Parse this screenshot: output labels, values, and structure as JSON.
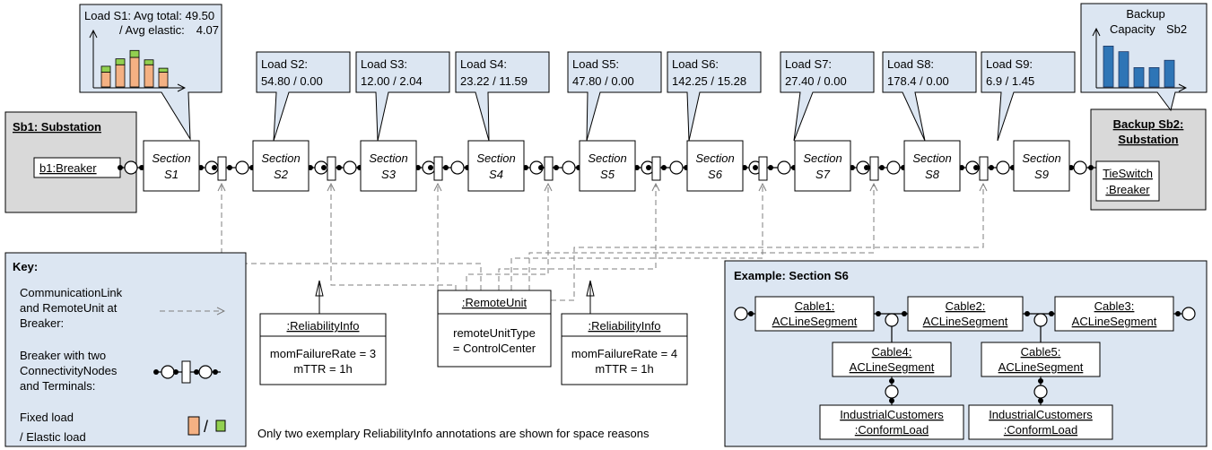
{
  "substation1": {
    "title": "Sb1: Substation",
    "breaker": "b1:Breaker"
  },
  "substation2": {
    "title_line1": "Backup Sb2:",
    "title_line2": "Substation",
    "switch_line1": "TieSwitch",
    "switch_line2": ":Breaker"
  },
  "sections": [
    {
      "line1": "Section",
      "line2": "S1"
    },
    {
      "line1": "Section",
      "line2": "S2"
    },
    {
      "line1": "Section",
      "line2": "S3"
    },
    {
      "line1": "Section",
      "line2": "S4"
    },
    {
      "line1": "Section",
      "line2": "S5"
    },
    {
      "line1": "Section",
      "line2": "S6"
    },
    {
      "line1": "Section",
      "line2": "S7"
    },
    {
      "line1": "Section",
      "line2": "S8"
    },
    {
      "line1": "Section",
      "line2": "S9"
    }
  ],
  "load_s1": {
    "line1": "Load S1: Avg total: 49.50",
    "line2": "/ Avg elastic:",
    "line2_value": "4.07"
  },
  "loads": [
    {
      "label": "Load S2:",
      "value": "54.80 / 0.00"
    },
    {
      "label": "Load S3:",
      "value": "12.00 / 2.04"
    },
    {
      "label": "Load S4:",
      "value": "23.22 / 11.59"
    },
    {
      "label": "Load S5:",
      "value": "47.80 / 0.00"
    },
    {
      "label": "Load S6:",
      "value": "142.25 / 15.28"
    },
    {
      "label": "Load S7:",
      "value": "27.40 / 0.00"
    },
    {
      "label": "Load S8:",
      "value": "178.4 / 0.00"
    },
    {
      "label": "Load S9:",
      "value": "6.9 / 1.45"
    }
  ],
  "backup": {
    "line1": "Backup",
    "line2": "Capacity",
    "line2b": "Sb2"
  },
  "s1_chart_bars": [
    {
      "fixed": 0.3,
      "elastic": 0.12
    },
    {
      "fixed": 0.45,
      "elastic": 0.12
    },
    {
      "fixed": 0.6,
      "elastic": 0.14
    },
    {
      "fixed": 0.45,
      "elastic": 0.1
    },
    {
      "fixed": 0.3,
      "elastic": 0.08
    }
  ],
  "backup_chart_bars": [
    0.95,
    0.82,
    0.45,
    0.45,
    0.62
  ],
  "colors": {
    "fixed": "#f4b183",
    "elastic": "#92d050",
    "backup": "#2e75b6",
    "callout": "#dce6f2",
    "substation": "#d9d9d9",
    "dashed": "#7f7f7f"
  },
  "key": {
    "title": "Key:",
    "item1": [
      "CommunicationLink",
      "and RemoteUnit at",
      "Breaker:"
    ],
    "item2": [
      "Breaker with two",
      "ConnectivityNodes",
      "and Terminals:"
    ],
    "item3": [
      "Fixed load",
      "/ Elastic load"
    ],
    "slash": "/"
  },
  "reliability1": {
    "title": ":ReliabilityInfo",
    "line1": "momFailureRate = 3",
    "line2": "mTTR = 1h"
  },
  "reliability2": {
    "title": ":ReliabilityInfo",
    "line1": "momFailureRate = 4",
    "line2": "mTTR = 1h"
  },
  "remote_unit": {
    "title": ":RemoteUnit",
    "line1": "remoteUnitType",
    "line2": "= ControlCenter"
  },
  "footnote": "Only two exemplary ReliabilityInfo annotations are shown for space reasons",
  "example": {
    "title": "Example: Section S6",
    "cable1": [
      "Cable1:",
      "ACLineSegment"
    ],
    "cable2": [
      "Cable2:",
      "ACLineSegment"
    ],
    "cable3": [
      "Cable3:",
      "ACLineSegment"
    ],
    "cable4": [
      "Cable4:",
      "ACLineSegment"
    ],
    "cable5": [
      "Cable5:",
      "ACLineSegment"
    ],
    "load1": [
      "IndustrialCustomers",
      ":ConformLoad"
    ],
    "load2": [
      "IndustrialCustomers",
      ":ConformLoad"
    ]
  }
}
